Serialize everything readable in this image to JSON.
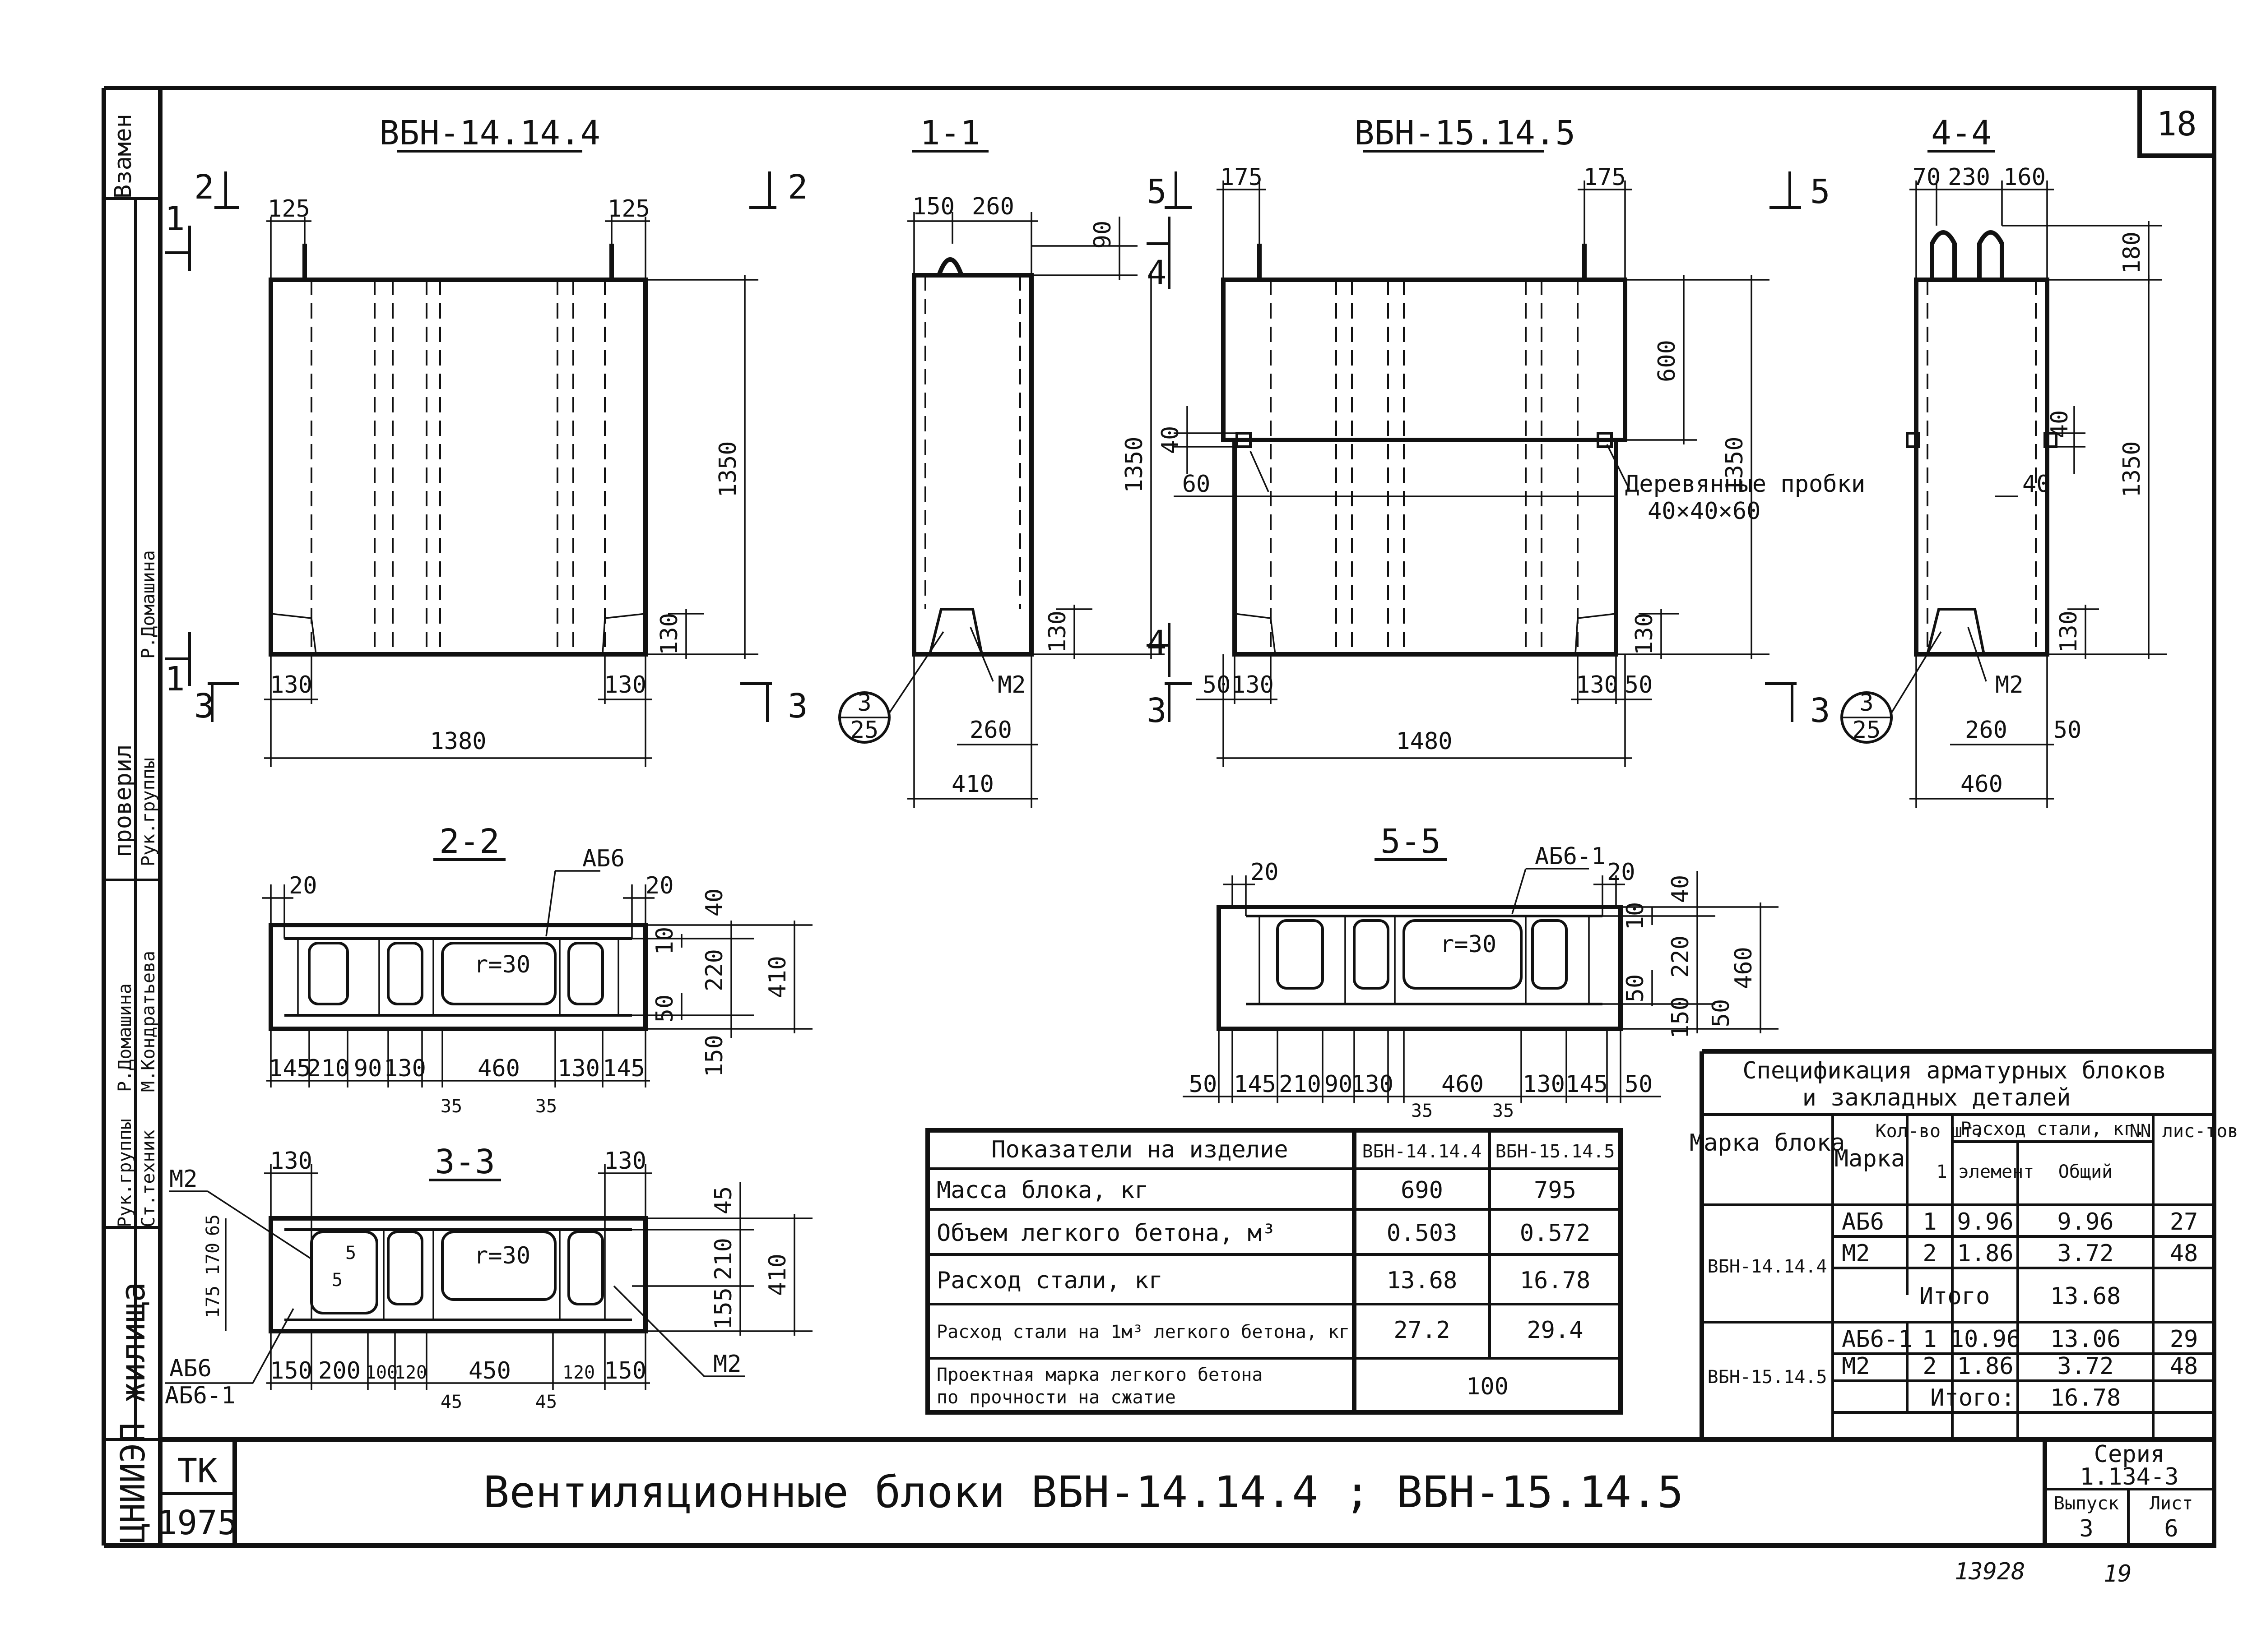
{
  "sheet": {
    "number": "18",
    "frame_labels": {
      "vzamen": "Взамен",
      "proveril": "проверил",
      "ruk_gruppy": "Рук.группы",
      "st_tekhnik": "Ст.техник",
      "domashina": "Р.Домашина",
      "kondratyeva": "М.Кондратьева",
      "institute": "ЦНИИЭП жилища"
    },
    "tk": "ТК",
    "year": "1975",
    "title": "Вентиляционные блоки ВБН-14.14.4 ; ВБН-15.14.5",
    "seriya_label": "Серия",
    "seriya": "1.134-3",
    "vypusk_label": "Выпуск",
    "vypusk": "3",
    "list_label": "Лист",
    "list": "6",
    "archive_no": "13928",
    "page_no": "19"
  },
  "views": {
    "vbn1_title": "ВБН-14.14.4",
    "s11_title": "1-1",
    "vbn2_title": "ВБН-15.14.5",
    "s44_title": "4-4",
    "s22_title": "2-2",
    "s55_title": "5-5",
    "s33_title": "3-3"
  },
  "cut_marks": [
    "1",
    "2",
    "3",
    "4",
    "5"
  ],
  "labels": {
    "ab6": "АБ6",
    "ab6_1": "АБ6-1",
    "m2": "М2",
    "r30": "r=30",
    "probki": "Деревянные пробки",
    "probki_size": "40×40×60",
    "ref_num": "3",
    "ref_den": "25"
  },
  "dims": {
    "vbn1": {
      "top_l": "125",
      "top_r": "125",
      "h": "1350",
      "b_l": "130",
      "b_r": "130",
      "b_h": "130",
      "w": "1380"
    },
    "s11": {
      "t1": "150",
      "t2": "260",
      "t3": "90",
      "h": "1350",
      "b_h": "130",
      "w1": "260",
      "w2": "410"
    },
    "vbn2": {
      "top_l": "175",
      "top_r": "175",
      "h1": "600",
      "h": "1350",
      "v40": "40",
      "v60": "60",
      "b_l1": "50",
      "b_l2": "130",
      "b_r1": "130",
      "b_r2": "50",
      "b_h": "130",
      "w": "1480"
    },
    "s44": {
      "t1": "70",
      "t2": "230",
      "t3": "160",
      "h180": "180",
      "v40": "40",
      "h40": "40",
      "h": "1350",
      "b_h": "130",
      "w1": "260",
      "w1b": "50",
      "w2": "460"
    },
    "s22": {
      "l": "20",
      "r": "20",
      "v1": "40",
      "v2": "10",
      "v3": "220",
      "v4": "50",
      "v5": "150",
      "v6": "410",
      "b": [
        "145",
        "210",
        "90",
        "130",
        "460",
        "130",
        "145"
      ],
      "b2": [
        "35",
        "35"
      ]
    },
    "s55": {
      "l": "20",
      "r": "20",
      "v1": "40",
      "v2": "10",
      "v3": "220",
      "v4": "50",
      "v5": "150",
      "v6": "50",
      "v7": "460",
      "b": [
        "50",
        "145",
        "210",
        "90",
        "130",
        "460",
        "130",
        "145",
        "50"
      ],
      "b2": [
        "35",
        "35"
      ]
    },
    "s33": {
      "t1": "130",
      "t2": "130",
      "v1": "65",
      "v2": "170",
      "v3": "175",
      "v4": "5",
      "v5": "5",
      "r1": "45",
      "r2": "210",
      "r3": "155",
      "r4": "410",
      "b": [
        "150",
        "200",
        "100",
        "120",
        "450",
        "120",
        "150"
      ],
      "b2": [
        "45",
        "45"
      ]
    }
  },
  "indicators": {
    "headers": [
      "Показатели на изделие",
      "ВБН-14.14.4",
      "ВБН-15.14.5"
    ],
    "rows": [
      [
        "Масса блока, кг",
        "690",
        "795"
      ],
      [
        "Объем легкого бетона, м³",
        "0.503",
        "0.572"
      ],
      [
        "Расход стали, кг",
        "13.68",
        "16.78"
      ],
      [
        "Расход стали на 1м³ легкого бетона, кг",
        "27.2",
        "29.4"
      ]
    ],
    "last_row_l1": "Проектная марка легкого бетона",
    "last_row_l2": "по прочности на сжатие",
    "last_row_val": "100"
  },
  "spec": {
    "title_l1": "Спецификация арматурных блоков",
    "title_l2": "и закладных деталей",
    "h_marka_bloka": "Марка блока",
    "h_marka": "Марка",
    "h_kol": "Кол-во шт.",
    "h_raskhod": "Расход стали, кг.",
    "h_1el": "1 элемент",
    "h_obshchiy": "Общий",
    "h_nn": "NN лис-тов",
    "groups": [
      {
        "block": "ВБН-14.14.4",
        "rows": [
          [
            "АБ6",
            "1",
            "9.96",
            "9.96",
            "27"
          ],
          [
            "М2",
            "2",
            "1.86",
            "3.72",
            "48"
          ]
        ],
        "itogo_label": "Итого",
        "itogo": "13.68"
      },
      {
        "block": "ВБН-15.14.5",
        "rows": [
          [
            "АБ6-1",
            "1",
            "10.96",
            "13.06",
            "29"
          ],
          [
            "М2",
            "2",
            "1.86",
            "3.72",
            "48"
          ]
        ],
        "itogo_label": "Итого:",
        "itogo": "16.78"
      }
    ]
  }
}
